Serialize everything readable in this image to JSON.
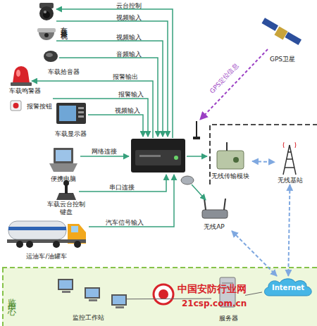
{
  "diagram": {
    "nodes": [
      {
        "text": [
          "车载摄像机"
        ]
      },
      {
        "text": [
          "车载拾音器"
        ]
      },
      {
        "text": [
          "车载鸣警器"
        ]
      },
      {
        "text": [
          "报警按钮"
        ]
      },
      {
        "text": [
          "车载显示器"
        ]
      },
      {
        "text": [
          "便携电脑"
        ]
      },
      {
        "text": [
          "车载云台控制 键盘"
        ]
      },
      {
        "text": [
          "运油车/油罐车"
        ]
      },
      {
        "text": [
          "GPS卫星"
        ]
      },
      {
        "text": [
          "无线传输模块"
        ]
      },
      {
        "text": [
          "无线基站"
        ]
      },
      {
        "text": [
          "无线AP"
        ]
      },
      {
        "text": [
          "监控中心"
        ]
      },
      {
        "text": [
          "监控工作站"
        ],
        "in": 12
      },
      {
        "text": [
          "服务器"
        ],
        "in": 12
      },
      {
        "text": [
          "Internet"
        ],
        "in": 12
      }
    ],
    "edges": [
      {
        "from": 9,
        "to": 10,
        "arrow": "both"
      },
      {
        "from": 10,
        "to": 15,
        "arrow": "both"
      },
      {
        "from": 11,
        "to": 15,
        "arrow": "both"
      },
      {
        "from": 13,
        "to": 14,
        "arrow": "none"
      },
      {
        "from": 14,
        "to": 15,
        "arrow": "none"
      }
    ],
    "labels": [
      "云台控制",
      "视频输入",
      "视频输入",
      "音频输入",
      "报警输出",
      "报警输入",
      "视频输入",
      "网络连接",
      "串口连接",
      "汽车信号输入",
      "GPS定位信息",
      "中国安防行业网",
      "21csp.com.cn"
    ]
  }
}
